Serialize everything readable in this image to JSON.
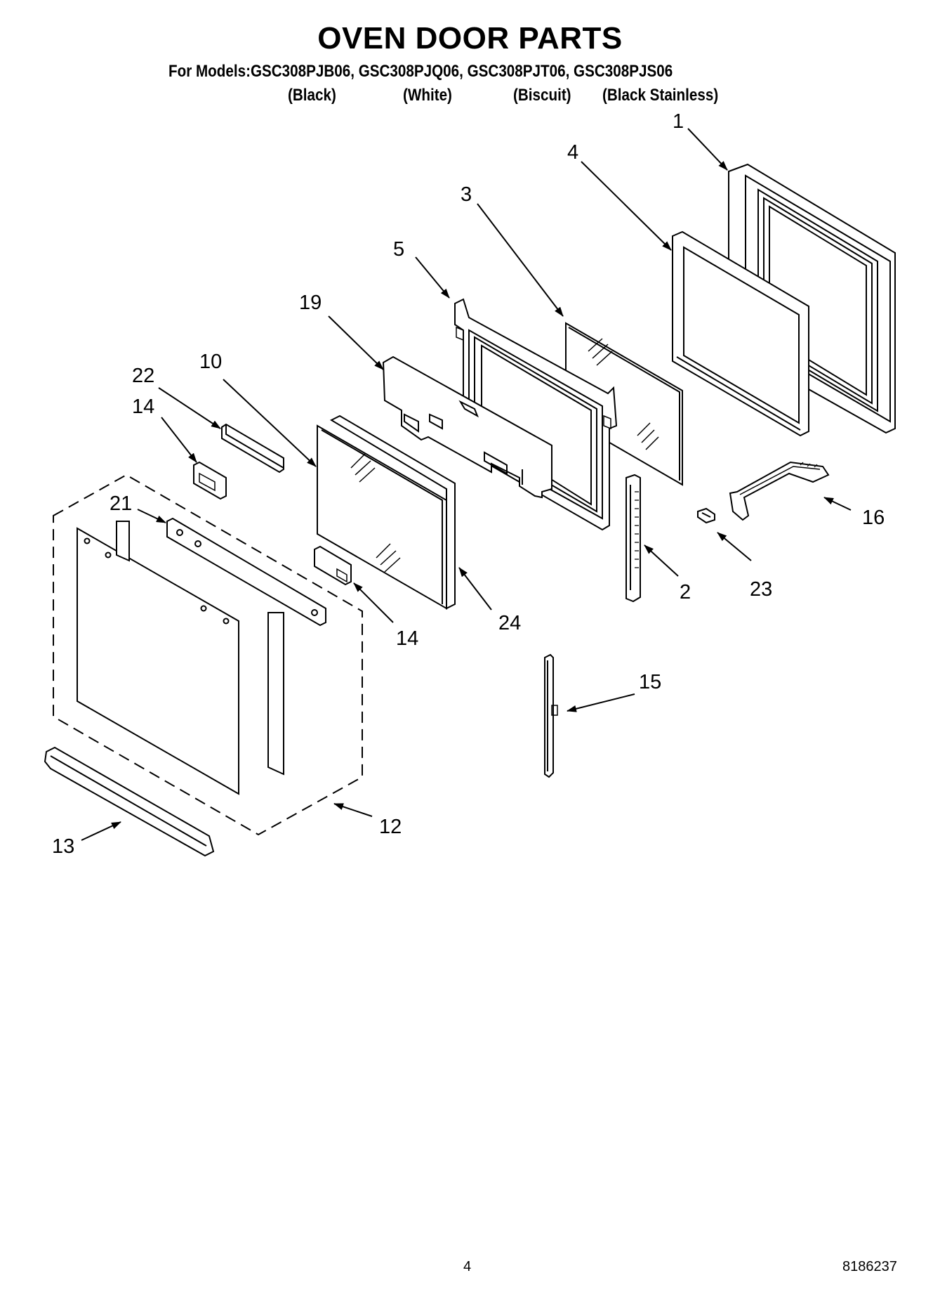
{
  "title": "OVEN DOOR PARTS",
  "models": "For Models:GSC308PJB06, GSC308PJQ06, GSC308PJT06, GSC308PJS06",
  "colors": [
    "(Black)",
    "(White)",
    "(Biscuit)",
    "(Black Stainless)"
  ],
  "callouts": [
    "1",
    "4",
    "3",
    "5",
    "19",
    "10",
    "22",
    "14",
    "21",
    "16",
    "23",
    "2",
    "24",
    "14",
    "15",
    "12",
    "13"
  ],
  "page_number": "4",
  "doc_number": "8186237"
}
